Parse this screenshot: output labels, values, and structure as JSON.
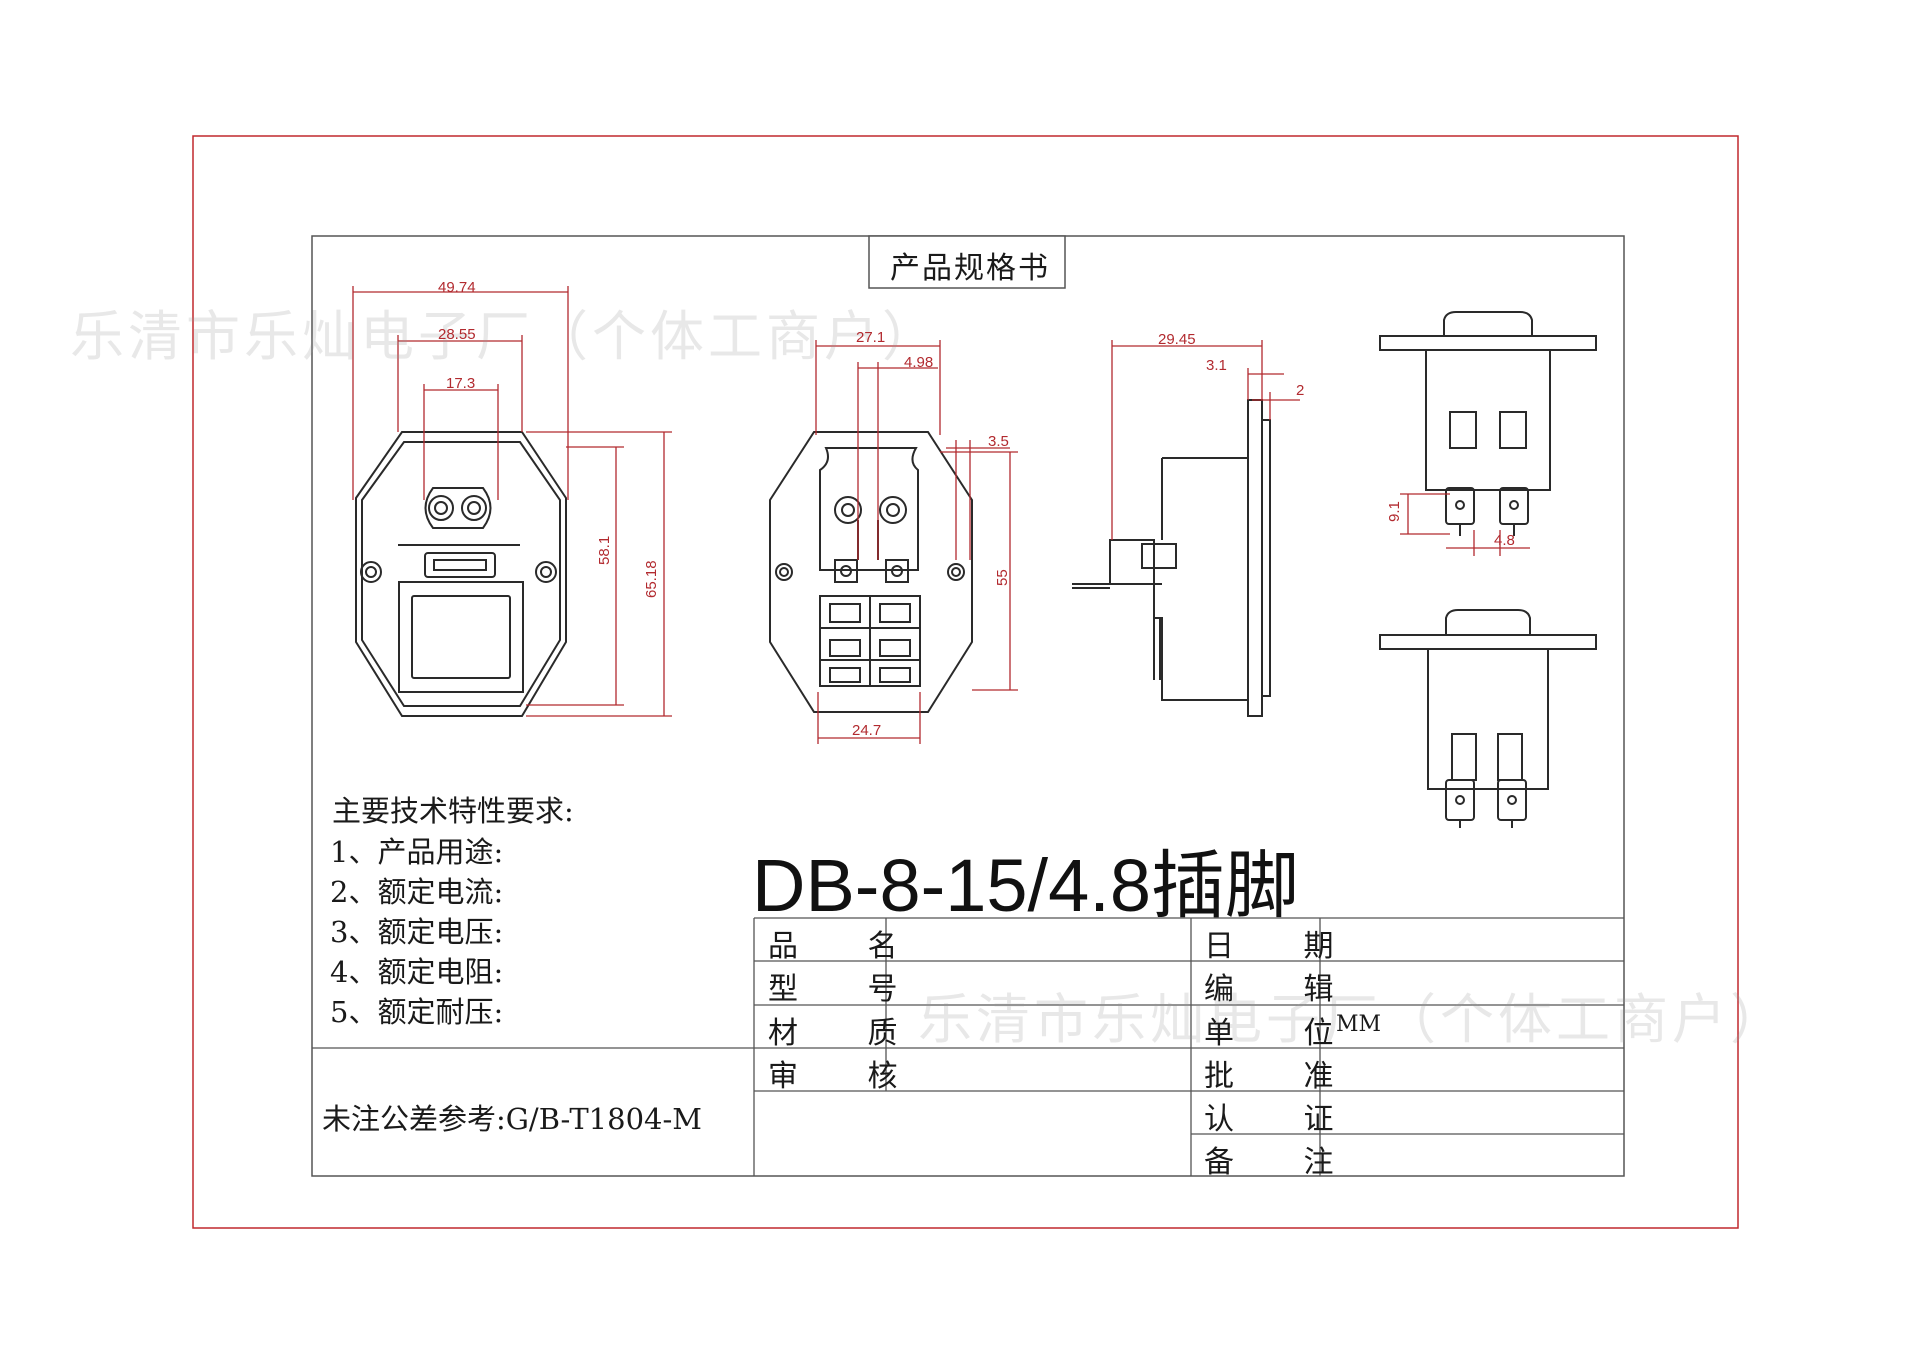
{
  "title_tab": "产品规格书",
  "watermark": "乐清市乐灿电子厂（个体工商户）",
  "product_title": "DB-8-15/4.8插脚",
  "requirements": {
    "heading": "主要技术特性要求:",
    "items": [
      "1、产品用途:",
      "2、额定电流:",
      "3、额定电压:",
      "4、额定电阻:",
      "5、额定耐压:"
    ]
  },
  "tolerance": "未注公差参考:G/B-T1804-M",
  "table": {
    "left_labels": [
      "品 名",
      "型 号",
      "材 质",
      "审 核"
    ],
    "right_labels": [
      "日 期",
      "编 辑",
      "单 位",
      "批 准",
      "认 证",
      "备 注"
    ],
    "unit_value": "MM"
  },
  "dimensions": {
    "front_width_outer": "49.74",
    "front_width_mid": "28.55",
    "front_width_inner": "17.3",
    "front_height_inner": "58.1",
    "front_height_outer": "65.18",
    "back_width_top": "27.1",
    "back_offset_top": "4.98",
    "back_offset_right": "3.5",
    "back_height": "55",
    "back_width_bottom": "24.7",
    "side_depth": "29.45",
    "side_flange": "3.1",
    "side_thickness": "2",
    "pin_height": "9.1",
    "pin_width": "4.8"
  },
  "colors": {
    "border": "#c0282d",
    "dimension": "#b22a2f",
    "line": "#2a2a2a",
    "grid": "#555555"
  }
}
